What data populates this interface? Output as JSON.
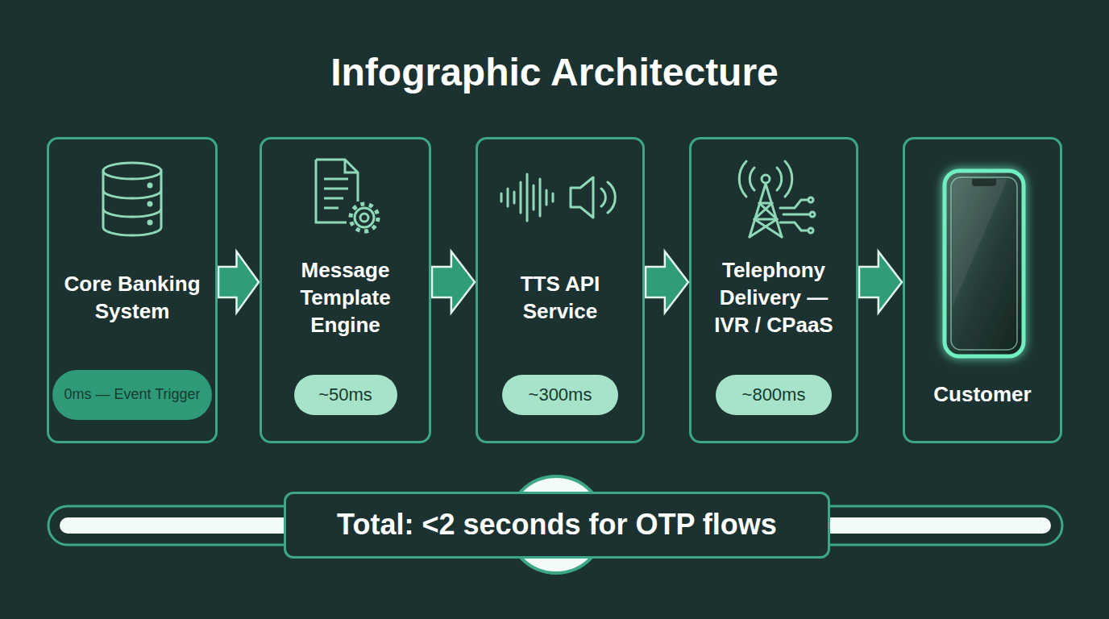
{
  "diagram": {
    "title": "Infographic Architecture",
    "nodes": [
      {
        "text": [
          "Core Banking System"
        ]
      },
      {
        "text": [
          "0ms — Event Trigger"
        ],
        "in": 0
      },
      {
        "text": [
          "Message Template Engine"
        ]
      },
      {
        "text": [
          "~50ms"
        ],
        "in": 2
      },
      {
        "text": [
          "TTS API Service"
        ]
      },
      {
        "text": [
          "~300ms"
        ],
        "in": 4
      },
      {
        "text": [
          "Telephony Delivery — IVR / CPaaS"
        ]
      },
      {
        "text": [
          "~800ms"
        ],
        "in": 6
      },
      {
        "text": [
          "Customer"
        ]
      },
      {
        "text": [
          "Total: <2 seconds for OTP flows"
        ]
      }
    ],
    "edges": [
      {
        "from": 0,
        "to": 2,
        "arrow": "to"
      },
      {
        "from": 2,
        "to": 4,
        "arrow": "to"
      },
      {
        "from": 4,
        "to": 6,
        "arrow": "to"
      },
      {
        "from": 6,
        "to": 8,
        "arrow": "to"
      }
    ]
  }
}
